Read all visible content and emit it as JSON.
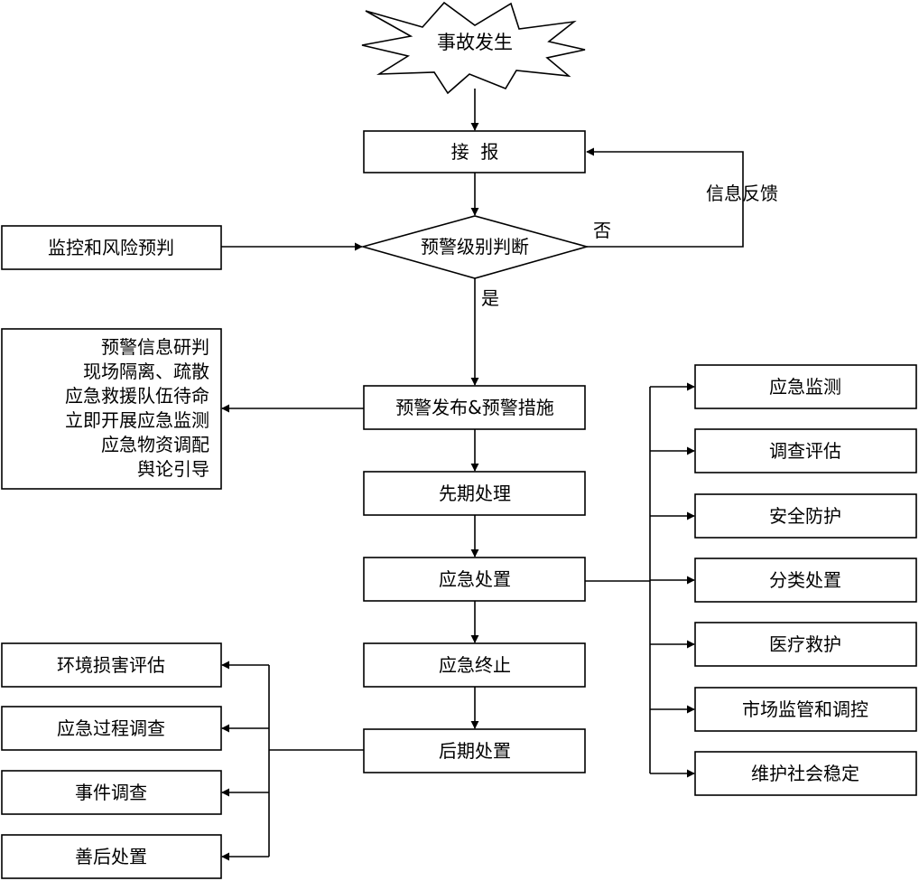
{
  "start": "事故发生",
  "receive": "接  报",
  "decision": "预警级别判断",
  "monitor_input": "监控和风险预判",
  "feedback": "信息反馈",
  "no_label": "否",
  "yes_label": "是",
  "warning_release": "预警发布&预警措施",
  "warning_measures": [
    "预警信息研判",
    "现场隔离、疏散",
    "应急救援队伍待命",
    "立即开展应急监测",
    "应急物资调配",
    "舆论引导"
  ],
  "initial_handling": "先期处理",
  "emergency_handling": "应急处置",
  "emergency_end": "应急终止",
  "post_handling": "后期处置",
  "handling_tasks": [
    "应急监测",
    "调查评估",
    "安全防护",
    "分类处置",
    "医疗救护",
    "市场监管和调控",
    "维护社会稳定"
  ],
  "post_tasks": [
    "环境损害评估",
    "应急过程调查",
    "事件调查",
    "善后处置"
  ]
}
